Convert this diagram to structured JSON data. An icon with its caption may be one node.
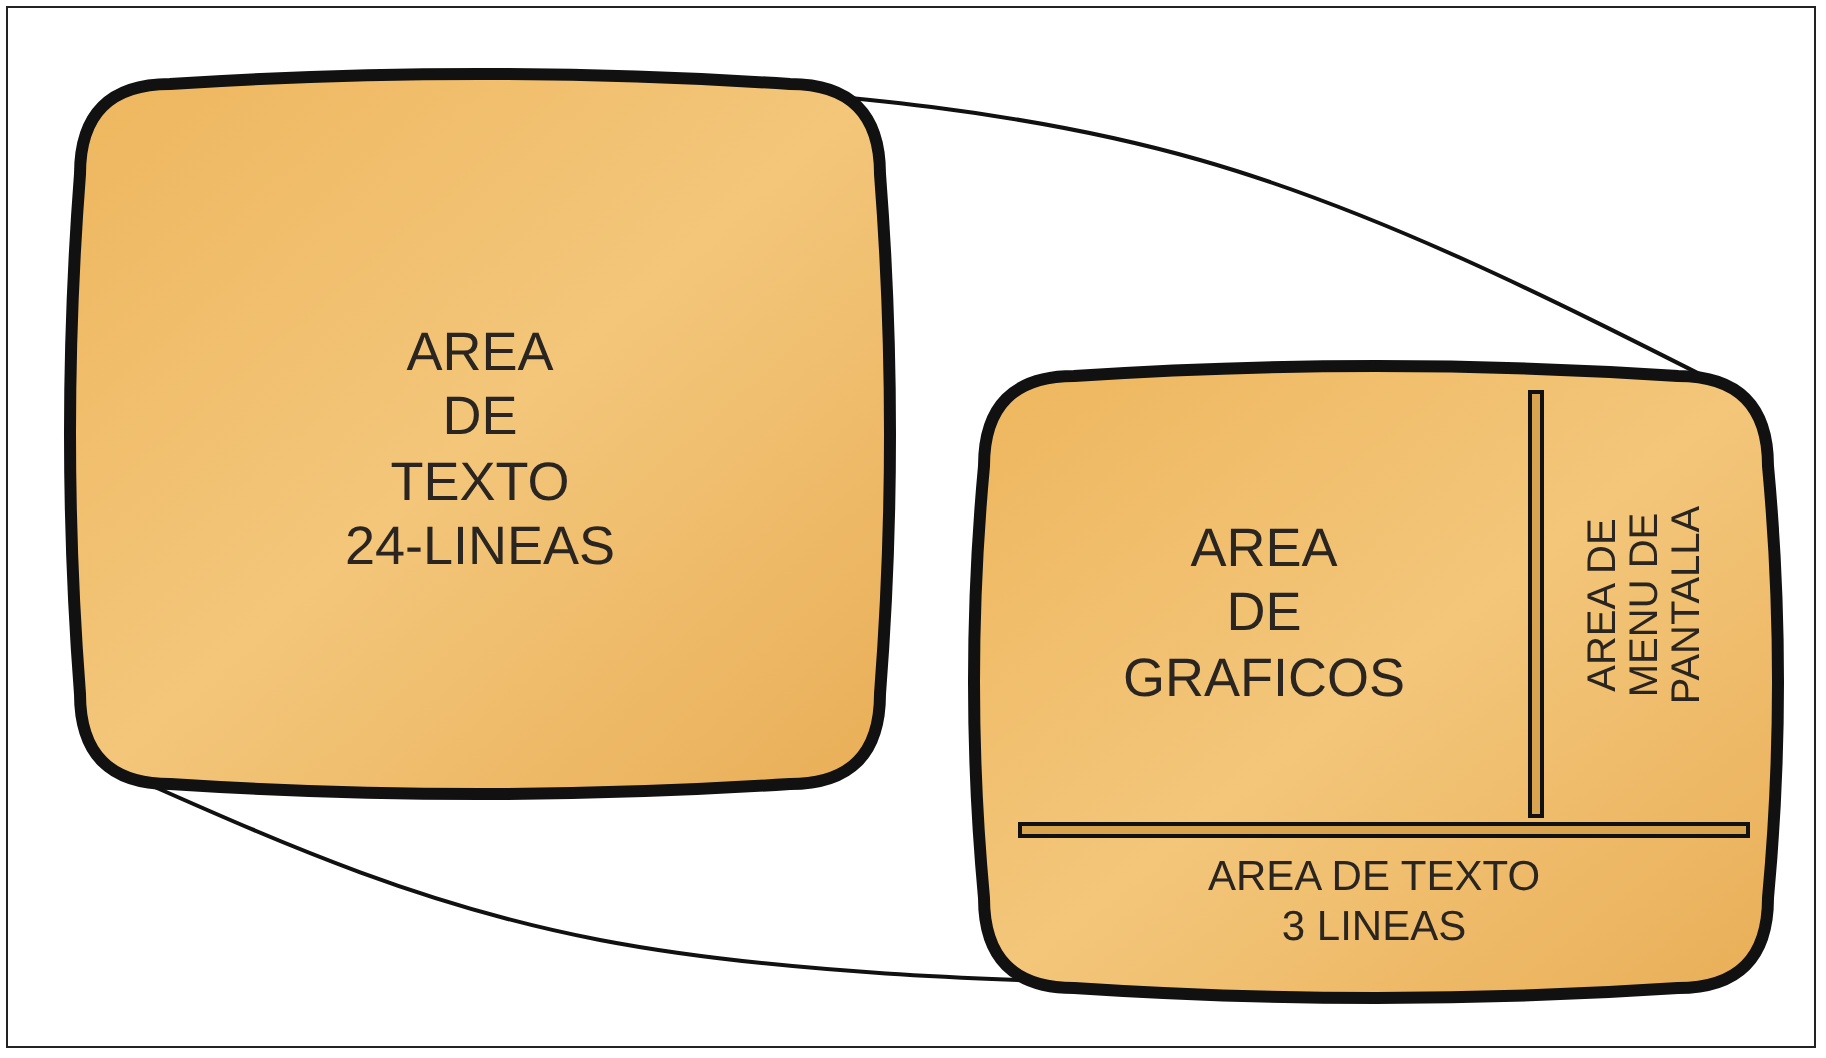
{
  "diagram": {
    "nodes": [
      {
        "text": [
          "AREA DE TEXTO 24-LINEAS"
        ]
      },
      {
        "text": [],
        "shape": "box"
      },
      {
        "text": [
          "AREA DE GRAFICOS"
        ],
        "in": 1
      },
      {
        "text": [
          "AREA DE MENU DE PANTALLA"
        ],
        "in": 1
      },
      {
        "text": [
          "AREA DE TEXTO 3 LINEAS"
        ],
        "in": 1
      }
    ],
    "edges": [
      {
        "from": 0,
        "to": 1,
        "arrow": "none"
      },
      {
        "from": 0,
        "to": 1,
        "arrow": "none"
      }
    ]
  }
}
